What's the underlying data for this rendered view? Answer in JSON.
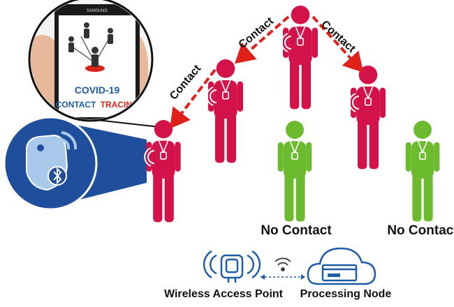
{
  "labels": {
    "contact": "Contact",
    "no_contact": "No Contact",
    "access_point": "Wireless Access Point",
    "processing_node": "Processing Node"
  },
  "phone": {
    "brand": "SAMSUNG",
    "title_line1": "COVID-19",
    "title_word1": "CONTACT",
    "title_word2": "TRACING"
  },
  "colors": {
    "infected": "#d4124a",
    "healthy": "#6cbb2e",
    "arrow": "#e0201b",
    "tag_blue": "#1f4e9c",
    "title_blue": "#1f5ca8",
    "tracing_red": "#d9251c"
  },
  "icons": {
    "tag": "bluetooth-tag-icon",
    "access_point": "wireless-access-point-icon",
    "cloud": "cloud-server-icon",
    "wifi": "wifi-icon"
  }
}
